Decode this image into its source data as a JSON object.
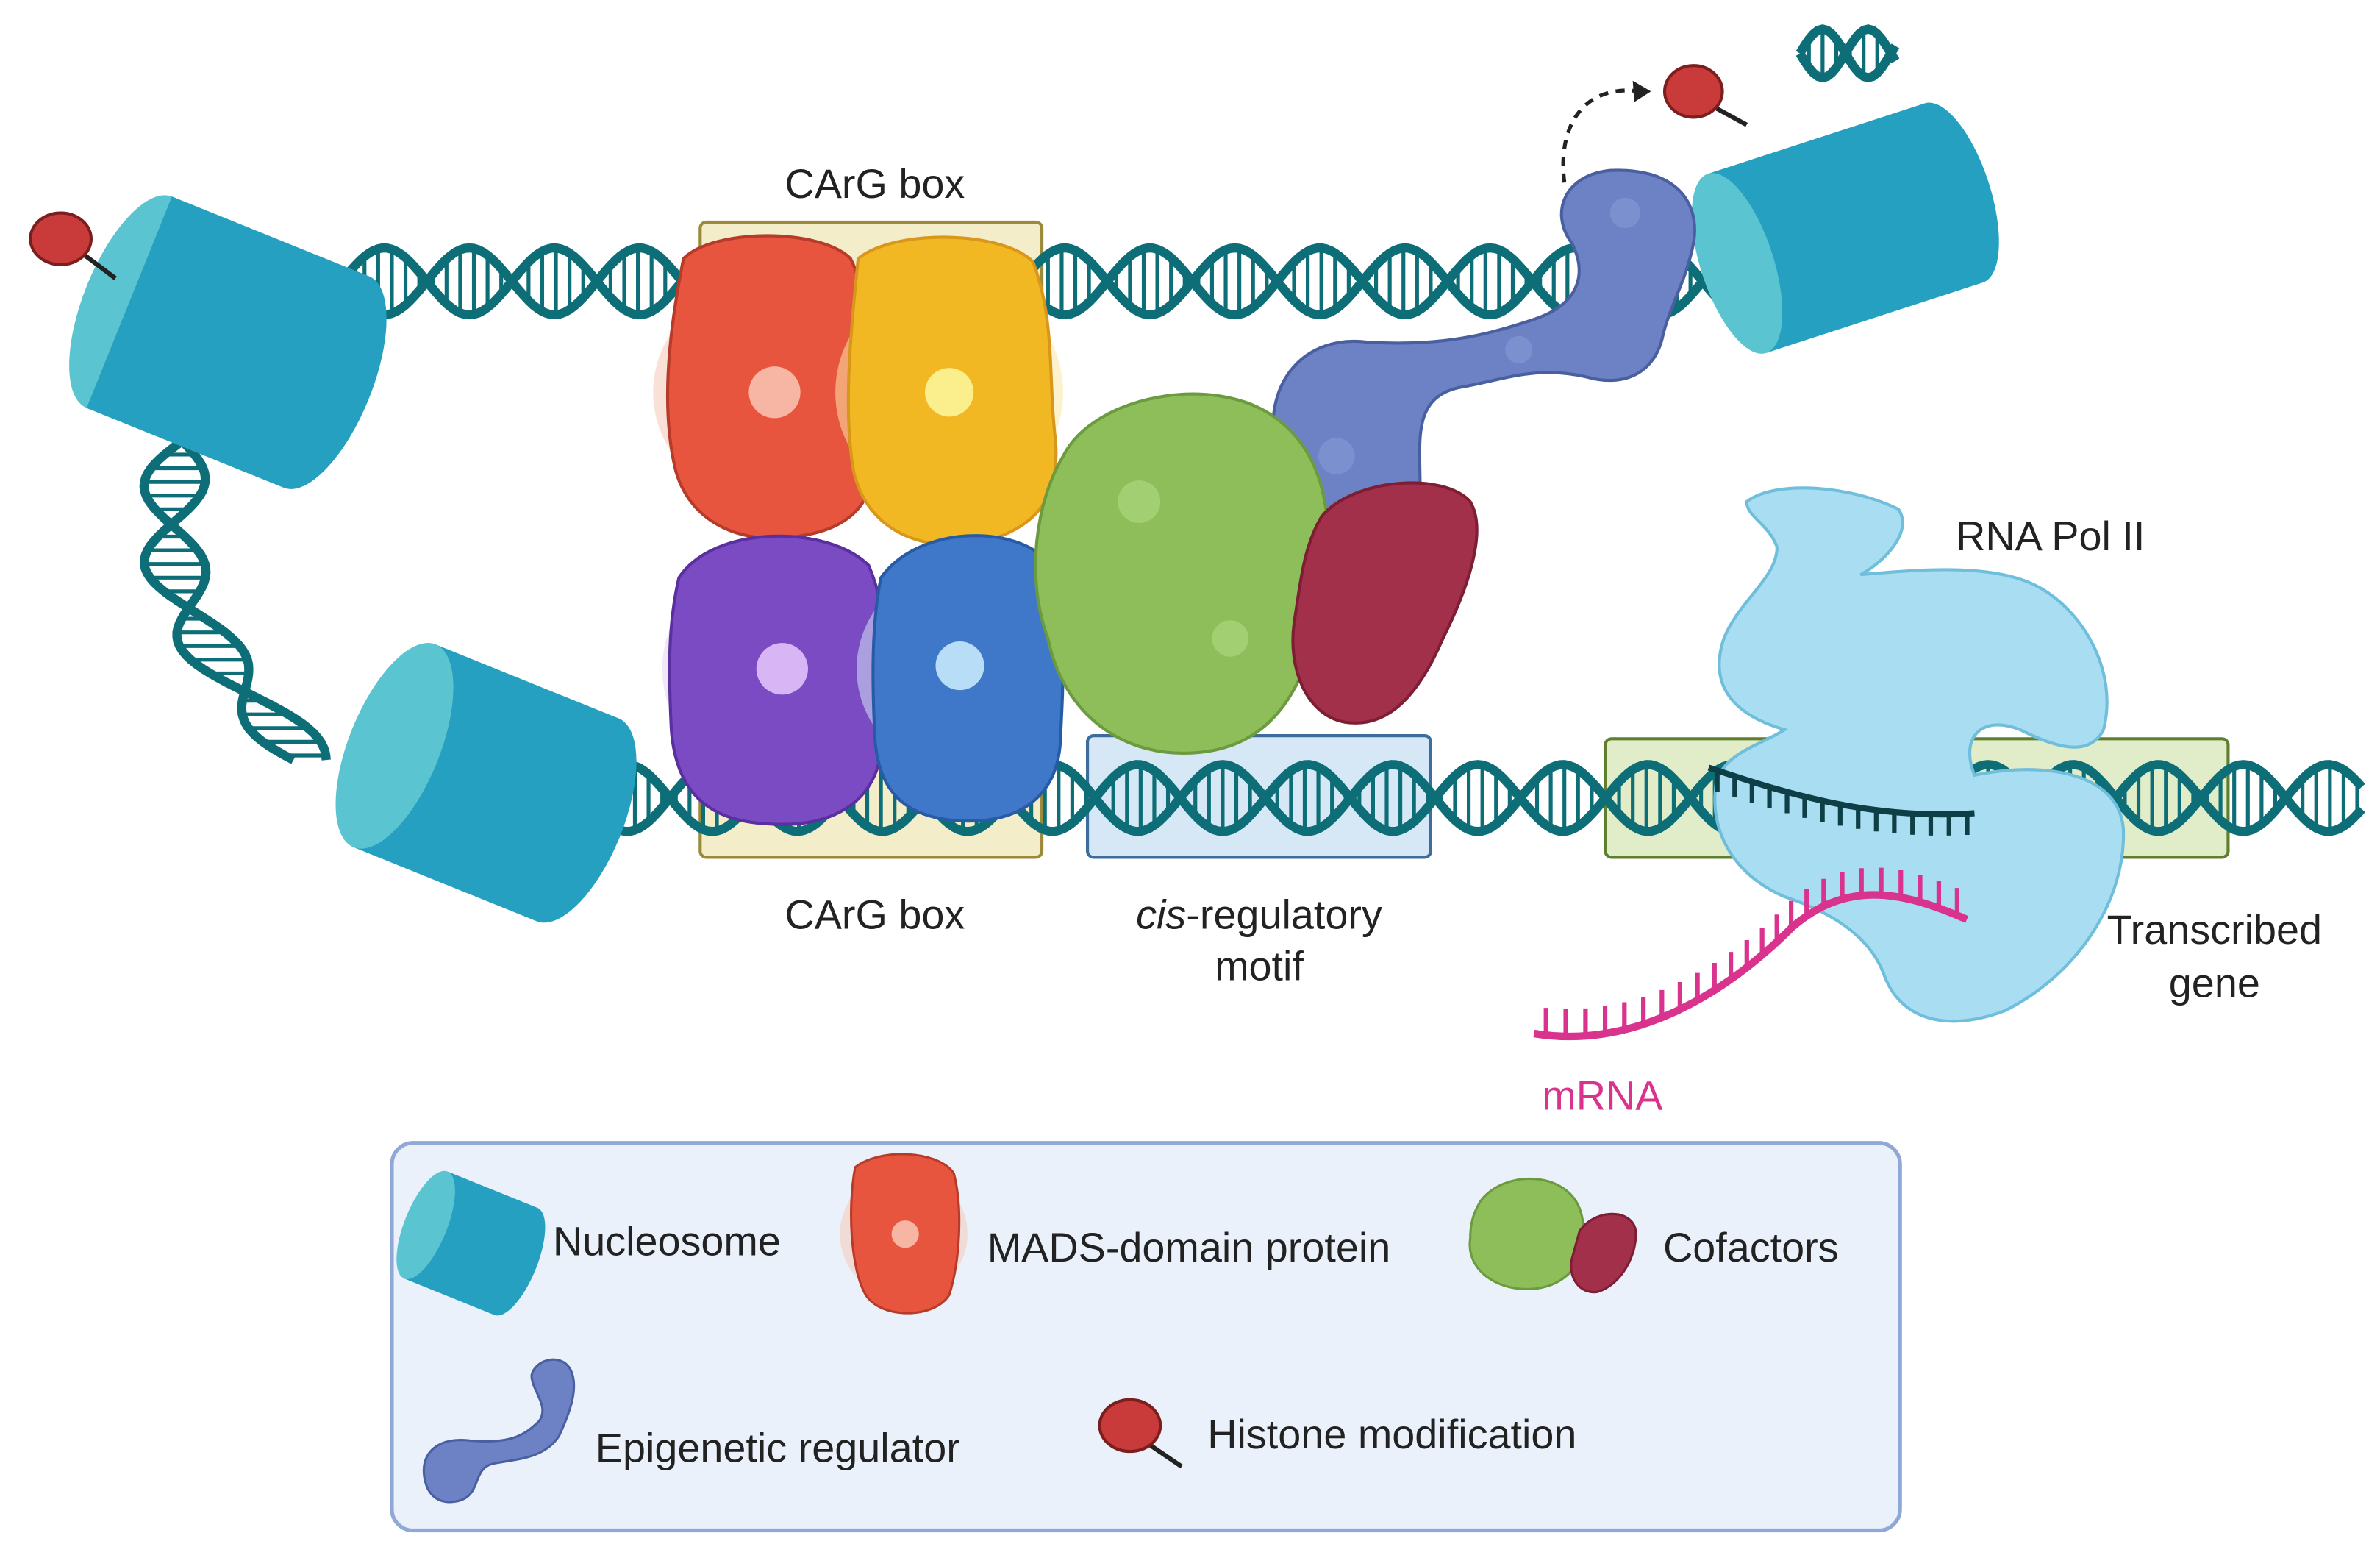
{
  "labels": {
    "carg_top": "CArG box",
    "carg_bottom": "CArG box",
    "cis_italic": "cis",
    "cis_rest": "-regulatory",
    "cis_line2": "motif",
    "rna_pol": "RNA Pol II",
    "transcribed_line1": "Transcribed",
    "transcribed_line2": "gene",
    "mrna": "mRNA"
  },
  "legend": {
    "nucleosome": "Nucleosome",
    "mads": "MADS-domain protein",
    "cofactors": "Cofactors",
    "epigenetic": "Epigenetic regulator",
    "histone": "Histone modification"
  },
  "colors": {
    "dna": "#0E6E78",
    "nucleosome_top": "#5BC4D1",
    "nucleosome_side": "#26A0C1",
    "mads_red": "#E8553F",
    "mads_yellow": "#F2B824",
    "mads_purple": "#7A4BC2",
    "mads_blue": "#3F78C9",
    "cofactor_green": "#8DBE5A",
    "cofactor_red": "#A3304A",
    "epigenetic": "#6C82C4",
    "histone_mod": "#C93A3A",
    "rna_pol": "#A9DDF1",
    "mrna": "#D9338E",
    "carg_box_fill": "#F3EDC9",
    "cis_box_fill": "#D6E8F6",
    "gene_box_fill": "#E1EDC8",
    "legend_fill": "#EAF1FA",
    "legend_border": "#8FA8D6"
  }
}
